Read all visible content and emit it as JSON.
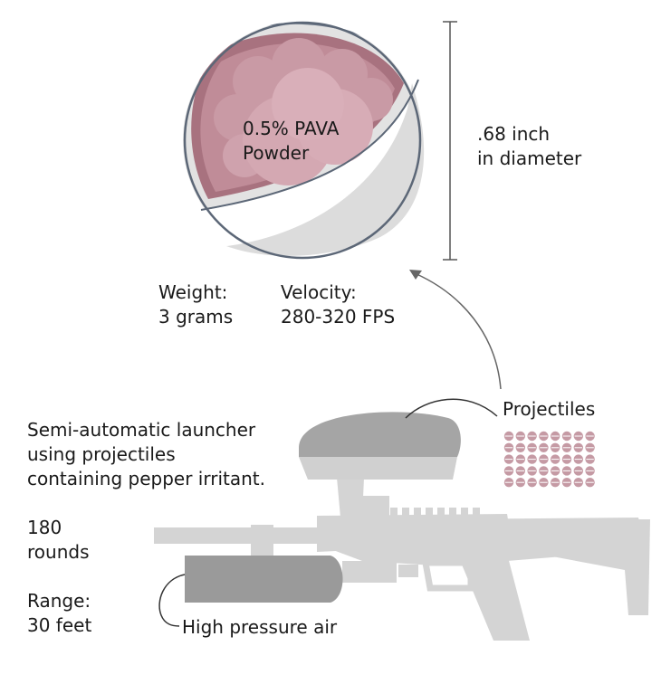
{
  "capsule": {
    "contents_line1": "0.5% PAVA",
    "contents_line2": "Powder",
    "diameter_line1": ".68 inch",
    "diameter_line2": "in diameter",
    "weight_label": "Weight:",
    "weight_value": "3 grams",
    "velocity_label": "Velocity:",
    "velocity_value": "280-320 FPS"
  },
  "launcher": {
    "description_line1": "Semi-automatic launcher",
    "description_line2": "using projectiles",
    "description_line3": "containing pepper irritant.",
    "rounds_value": "180",
    "rounds_label": "rounds",
    "range_label": "Range:",
    "range_value": "30 feet",
    "air_label": "High pressure air",
    "projectiles_label": "Projectiles",
    "projectile_grid": {
      "rows": 5,
      "columns": 8
    }
  },
  "colors": {
    "powder": "#d7a4b0",
    "powder_dark": "#a8727f",
    "shell": "#e3e3e3",
    "outline": "#5c6777",
    "gun": "#d4d4d4",
    "hopper": "#a6a6a6",
    "tank": "#9a9a9a",
    "projectile": "#c59aa4"
  }
}
